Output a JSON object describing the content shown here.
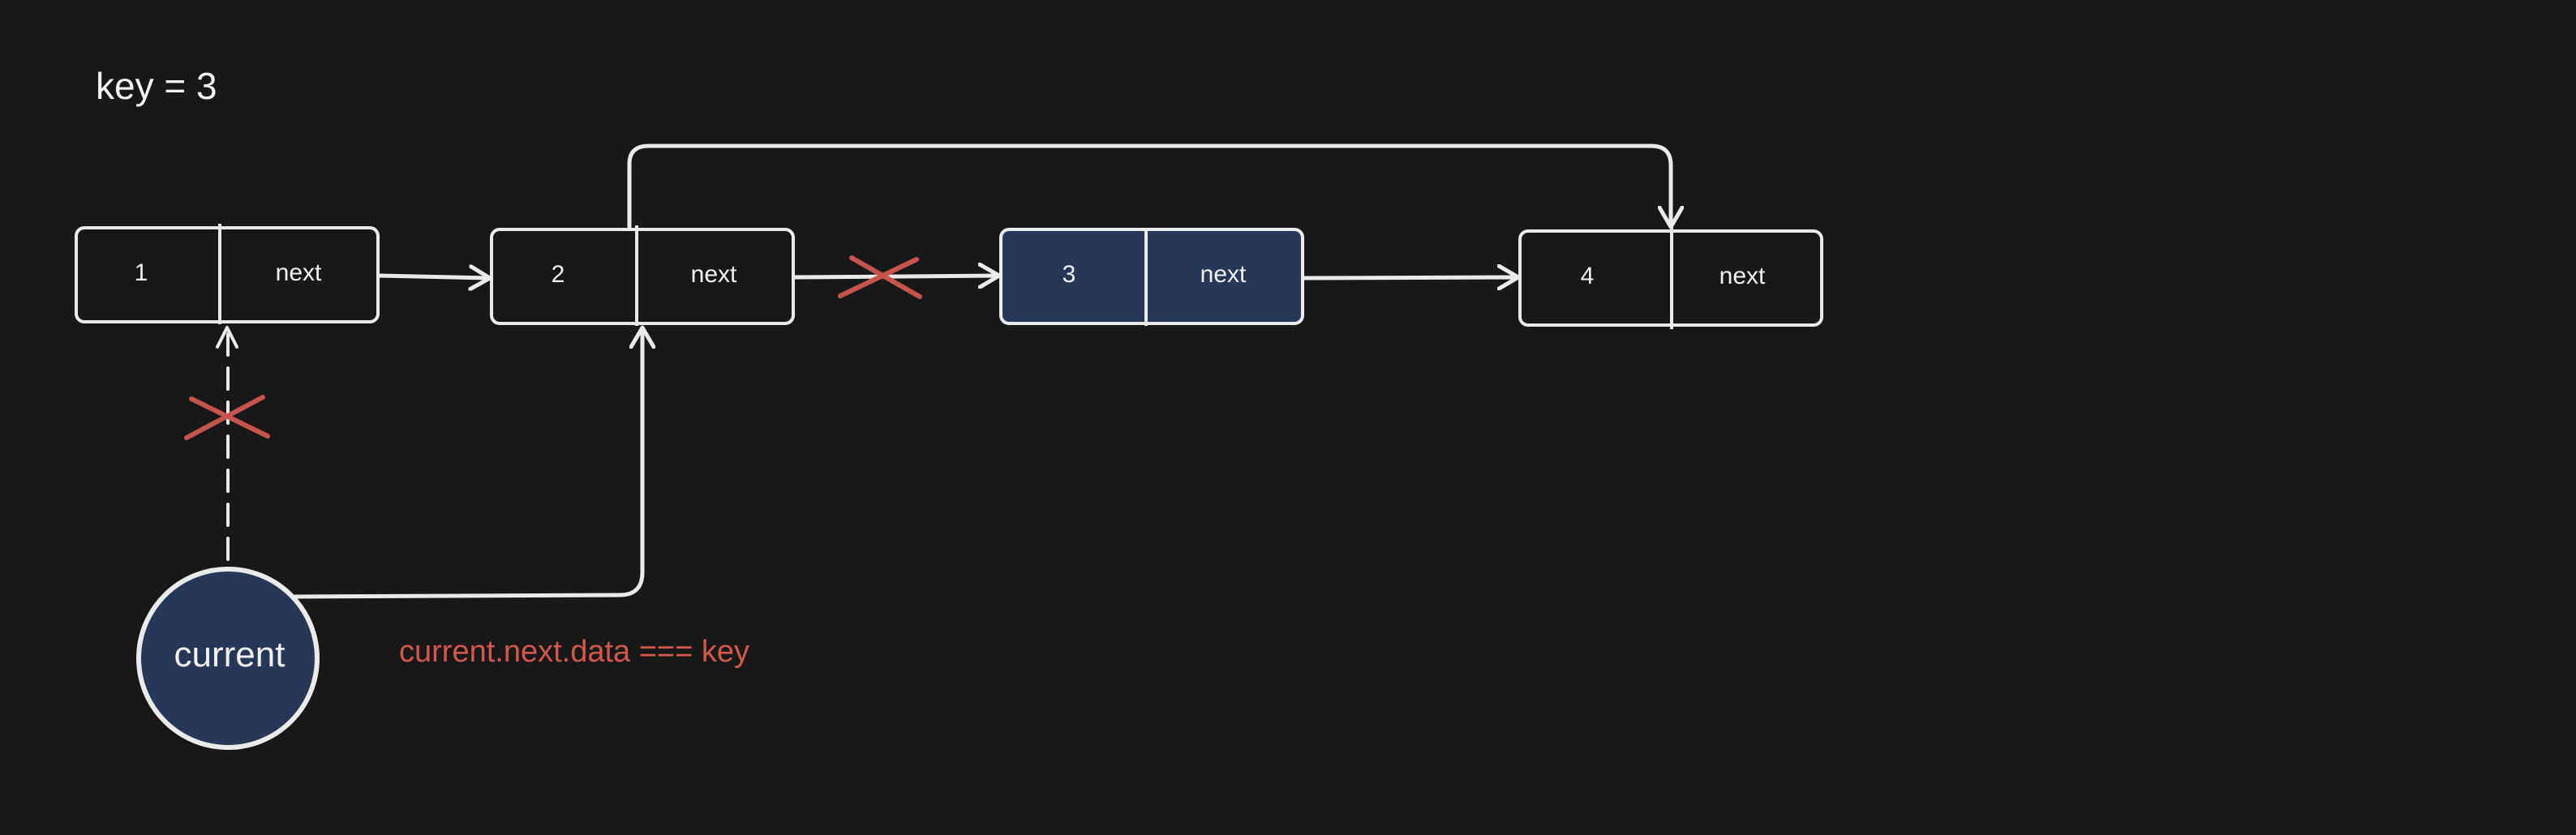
{
  "key_label": "key = 3",
  "nodes": [
    {
      "value": "1",
      "pointer": "next",
      "highlighted": false
    },
    {
      "value": "2",
      "pointer": "next",
      "highlighted": false
    },
    {
      "value": "3",
      "pointer": "next",
      "highlighted": true
    },
    {
      "value": "4",
      "pointer": "next",
      "highlighted": false
    }
  ],
  "current_label": "current",
  "condition_label": "current.next.data === key",
  "colors": {
    "background": "#181818",
    "stroke": "#eaeaea",
    "highlight_fill": "#263758",
    "cross": "#c5554c",
    "condition_text": "#d4574c"
  }
}
